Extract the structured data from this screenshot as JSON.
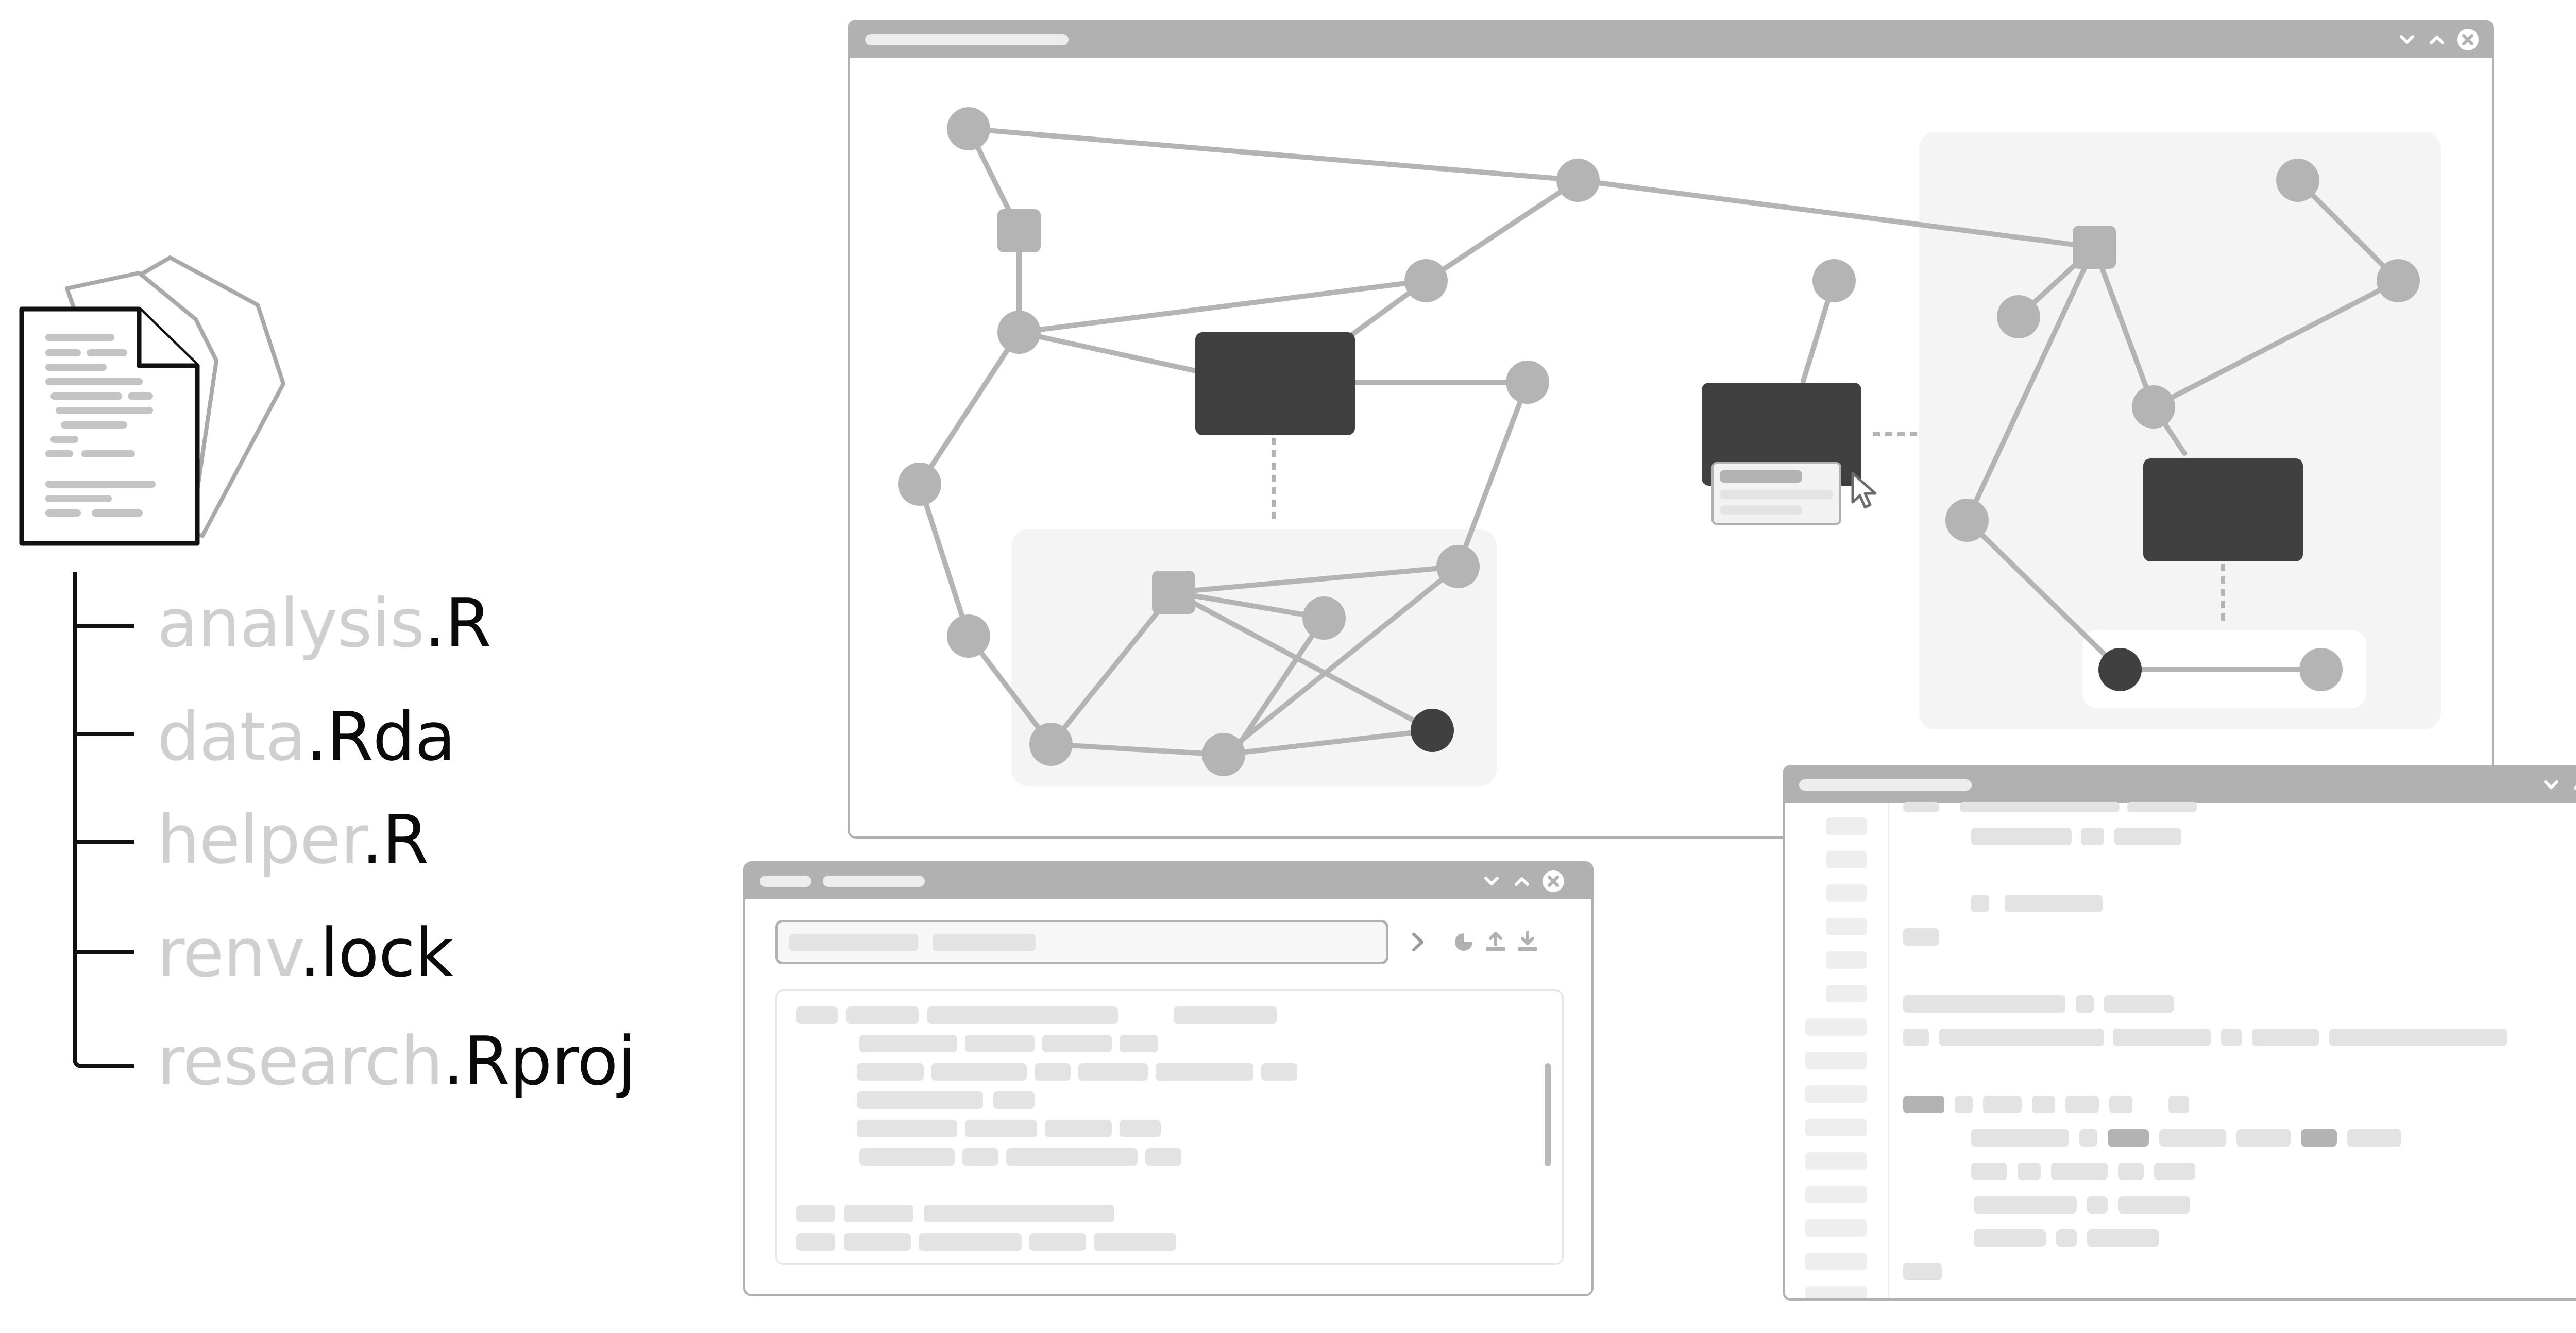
{
  "files": [
    {
      "stem": "analysis",
      "ext": ".R"
    },
    {
      "stem": "data",
      "ext": ".Rda"
    },
    {
      "stem": "helper",
      "ext": ".R"
    },
    {
      "stem": "renv",
      "ext": ".lock"
    },
    {
      "stem": "research",
      "ext": ".Rproj"
    }
  ],
  "icons": {
    "file_stack": "document-stack-icon",
    "minimize": "chevron-down-icon",
    "maximize": "chevron-up-icon",
    "close": "close-icon",
    "cursor": "mouse-pointer-icon",
    "next": "chevron-right-icon",
    "pie": "pie-chart-icon",
    "upload": "upload-icon",
    "download": "download-icon"
  },
  "colors": {
    "frame": "#b1b1b1",
    "node": "#b4b4b4",
    "dark_node": "#404040",
    "panel": "#f4f4f4",
    "placeholder_bar": "#e3e3e3",
    "file_stem": "#cfcfcf",
    "file_ext": "#0a0a0a"
  }
}
